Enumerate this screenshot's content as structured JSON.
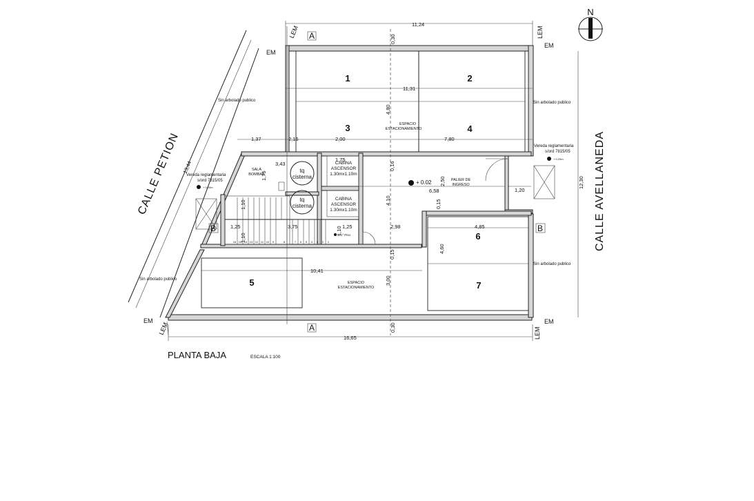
{
  "streets": {
    "left": "CALLE PETION",
    "right": "CALLE AVELLANEDA"
  },
  "north": "N",
  "boundary": {
    "lem": "LEM",
    "em": "EM"
  },
  "section_marks": {
    "a": "A",
    "b": "B"
  },
  "title": {
    "name": "PLANTA BAJA",
    "scale": "ESCALA 1:100"
  },
  "spaces": {
    "n1": "1",
    "n2": "2",
    "n3": "3",
    "n4": "4",
    "n5": "5",
    "n6": "6",
    "n7": "7",
    "parking": [
      "ESPACIO",
      "ESTACIONAMIENTO"
    ],
    "pump_room": [
      "SALA",
      "BOMBAS"
    ],
    "cistern": [
      "tq",
      "cisterna"
    ],
    "elevator": [
      "CABINA",
      "ASCENSOR",
      "1.30mx1.10m"
    ],
    "lobby": [
      "PALIER DE",
      "INGRESO"
    ],
    "level": "+ 0.02",
    "first_floor": "a 1° Piso"
  },
  "sidewalk": {
    "label": [
      "Vereda reglamentaria",
      "s/ord 7815/05"
    ],
    "level": "+ 0.20m",
    "no_trees": "Sin arbolado publico"
  },
  "dims": {
    "d1124": "11,24",
    "d030": "0,30",
    "d1131": "11,31",
    "d480": "4,80",
    "d137": "1,37",
    "d216": "2,16",
    "d200": "2,00",
    "d780": "7,80",
    "d343": "3,43",
    "d175": "1,75",
    "d016": "0,16",
    "d250": "2,50",
    "d658": "6,58",
    "d120": "1,20",
    "d015": "0,15",
    "d410": "4,10",
    "d110": "1,10",
    "d125": "1,25",
    "d375": "3,75",
    "d298": "2,98",
    "d485": "4,85",
    "d460": "4,60",
    "d1041": "10,41",
    "d300": "3,00",
    "d1665": "16,65",
    "d1230": "12,30",
    "d1344": "13,44"
  },
  "stairs": [
    "16",
    "15",
    "14",
    "13",
    "12",
    "11",
    "10",
    "9",
    "8",
    "7",
    "6",
    "5",
    "4",
    "3",
    "2",
    "1"
  ]
}
